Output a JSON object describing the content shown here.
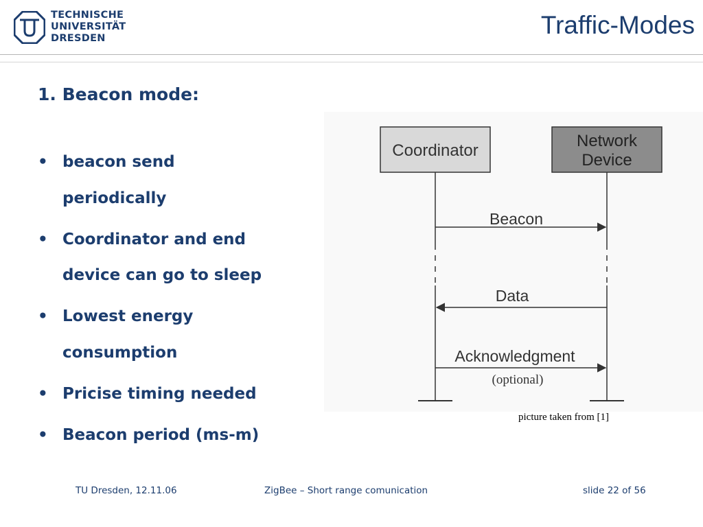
{
  "header": {
    "logo_lines": [
      "TECHNISCHE",
      "UNIVERSITÄT",
      "DRESDEN"
    ],
    "title": "Traffic-Modes"
  },
  "heading": "1. Beacon mode:",
  "bullets": [
    {
      "line1": "beacon send",
      "line2": "periodically"
    },
    {
      "line1": "Coordinator and end",
      "line2": "device can go to sleep"
    },
    {
      "line1": "Lowest energy",
      "line2": "consumption"
    },
    {
      "line1": "Pricise timing needed",
      "line2": ""
    },
    {
      "line1": "Beacon period (ms-m)",
      "line2": ""
    }
  ],
  "bullet_glyph": "•",
  "diagram": {
    "coordinator_label": "Coordinator",
    "device_label_line1": "Network",
    "device_label_line2": "Device",
    "msg_beacon": "Beacon",
    "msg_data": "Data",
    "msg_ack": "Acknowledgment",
    "msg_ack_note": "(optional)"
  },
  "caption": "picture taken from [1]",
  "footer": {
    "left": "TU Dresden, 12.11.06",
    "center": "ZigBee – Short range comunication",
    "right": "slide 22 of 56"
  },
  "colors": {
    "primary_text": "#1c3d6e",
    "coordinator_box": "#d9d9d9",
    "device_box": "#8c8c8c"
  }
}
